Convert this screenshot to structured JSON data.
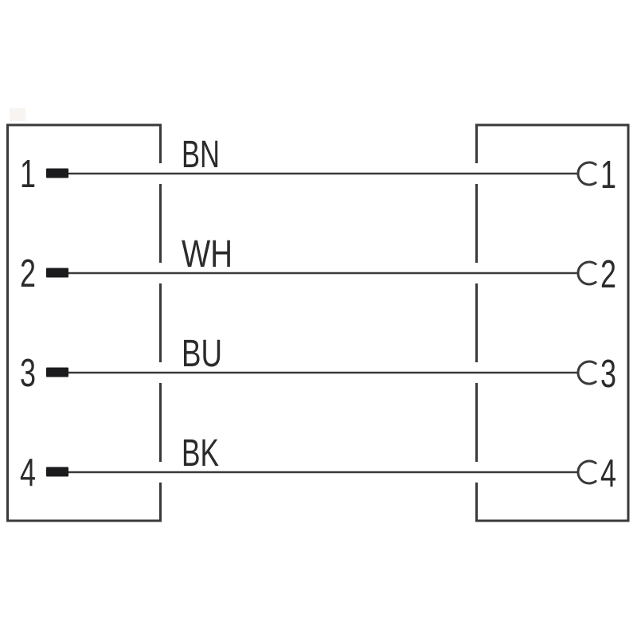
{
  "diagram": {
    "wires": [
      {
        "label": "BN",
        "left_pin": "1",
        "right_pin": "1"
      },
      {
        "label": "WH",
        "left_pin": "2",
        "right_pin": "2"
      },
      {
        "label": "BU",
        "left_pin": "3",
        "right_pin": "3"
      },
      {
        "label": "BK",
        "left_pin": "4",
        "right_pin": "4"
      }
    ],
    "colors": {
      "line": "#3a3a3c",
      "terminal_fill": "#1b1b1d",
      "text": "#2b2b2d",
      "background": "#ffffff"
    }
  }
}
